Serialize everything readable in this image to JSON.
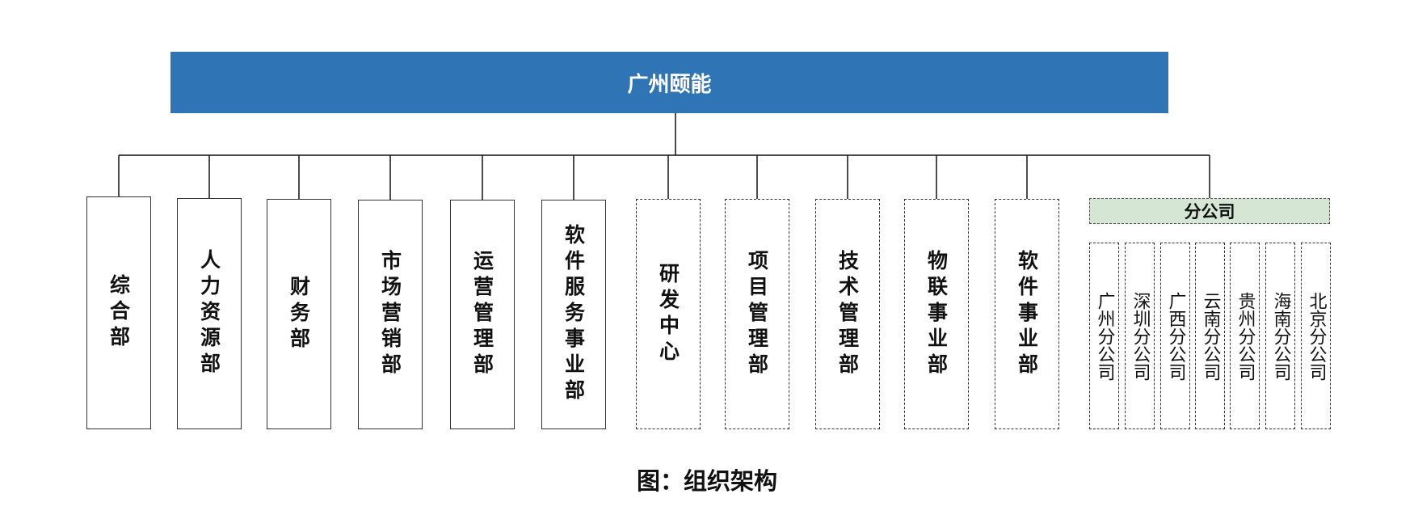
{
  "root": {
    "label": "广州颐能"
  },
  "departments": [
    {
      "label": "综合部",
      "style": "solid"
    },
    {
      "label": "人力资源部",
      "style": "solid"
    },
    {
      "label": "财务部",
      "style": "solid"
    },
    {
      "label": "市场营销部",
      "style": "solid"
    },
    {
      "label": "运营管理部",
      "style": "solid"
    },
    {
      "label": "软件服务事业部",
      "style": "solid"
    },
    {
      "label": "研发中心",
      "style": "dashed"
    },
    {
      "label": "项目管理部",
      "style": "dashed"
    },
    {
      "label": "技术管理部",
      "style": "dashed"
    },
    {
      "label": "物联事业部",
      "style": "dashed"
    },
    {
      "label": "软件事业部",
      "style": "dashed"
    }
  ],
  "branch_group": {
    "label": "分公司",
    "branches": [
      "广州分公司",
      "深圳分公司",
      "广西分公司",
      "云南分公司",
      "贵州分公司",
      "海南分公司",
      "北京分公司"
    ]
  },
  "caption": "图：组织架构",
  "colors": {
    "root_bg": "#2f74b5",
    "branch_header_bg": "#d6e6d4"
  }
}
